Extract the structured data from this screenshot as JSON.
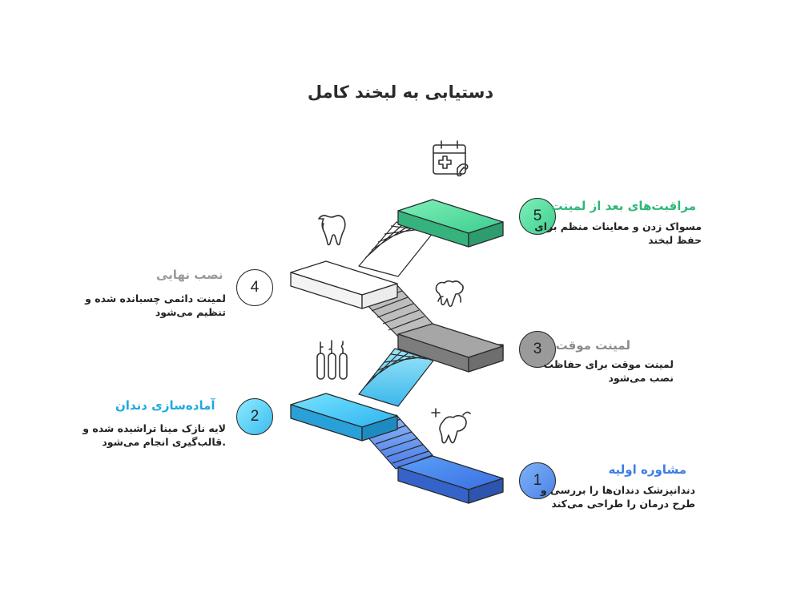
{
  "title": "دستیابی به لبخند کامل",
  "steps": [
    {
      "number": "1",
      "title": "مشاوره اولیه",
      "description": "دندانپزشک دندان‌ها را بررسی و\nطرح درمان را طراحی می‌کند",
      "color": "#3d7de6",
      "icon": "tooth-sparkle-icon"
    },
    {
      "number": "2",
      "title": "آماده‌سازی دندان",
      "description": "لایه نازک مینا تراشیده شده و\n.قالب‌گیری انجام می‌شود",
      "color": "#1fa9e1",
      "icon": "dental-tools-icon"
    },
    {
      "number": "3",
      "title": "لمینت موقت",
      "description": "لمینت موقت برای حفاظت\nنصب می‌شود",
      "color": "#8c8c8c",
      "icon": "teeth-icon"
    },
    {
      "number": "4",
      "title": "نصب نهایی",
      "description": "لمینت دائمی چسبانده شده و\nتنظیم می‌شود",
      "color": "#9a9a9a",
      "icon": "tooth-icon"
    },
    {
      "number": "5",
      "title": "مراقبت‌های بعد از لمینت",
      "description": "مسواک زدن و معاینات منظم برای\nحفظ لبخند",
      "color": "#2fb87a",
      "icon": "medical-calendar-icon"
    }
  ]
}
